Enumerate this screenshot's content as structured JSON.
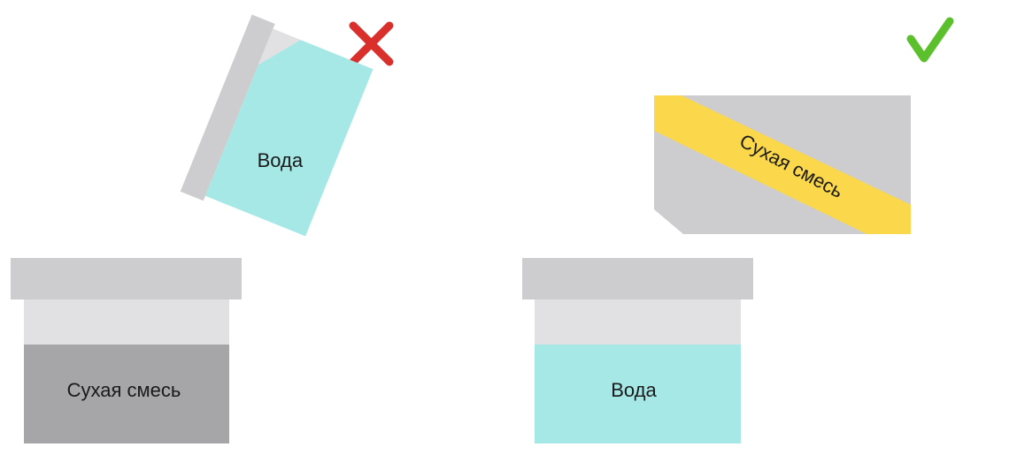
{
  "wrong_panel": {
    "status_icon": "cross-icon",
    "status_color": "#d9302c",
    "pouring_container_label": "Вода",
    "bottom_container_label": "Сухая смесь"
  },
  "right_panel": {
    "status_icon": "checkmark-icon",
    "status_color": "#5cc02d",
    "bag_label": "Сухая смесь",
    "bottom_container_label": "Вода"
  },
  "colors": {
    "water": "#a6e8e6",
    "dry_mix": "#a6a5a8",
    "container_lid": "#cdcccf",
    "container_rim": "#e1e0e2",
    "bag_body": "#cdcccf",
    "bag_band": "#fbd84b"
  }
}
